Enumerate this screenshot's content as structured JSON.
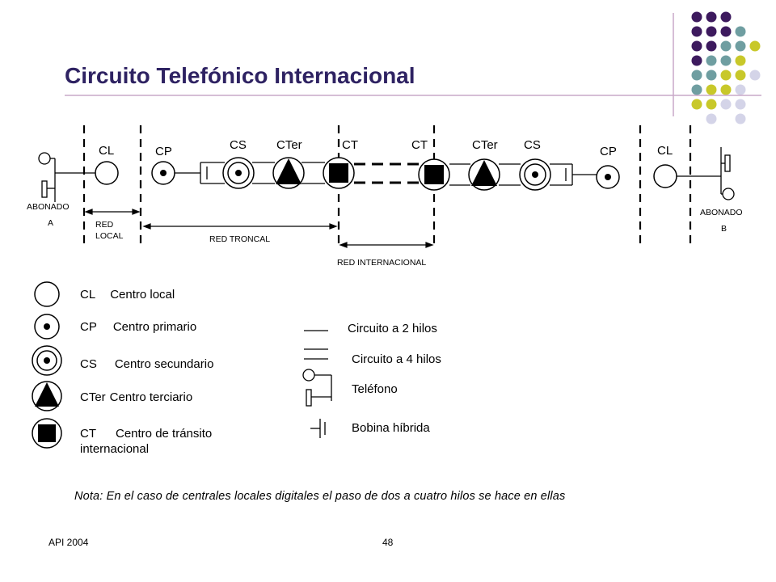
{
  "title": "Circuito Telefónico Internacional",
  "diagram": {
    "node_labels": {
      "cl_left": "CL",
      "cp_left": "CP",
      "cs_left": "CS",
      "cter_left": "CTer",
      "ct_left": "CT",
      "ct_right": "CT",
      "cter_right": "CTer",
      "cs_right": "CS",
      "cp_right": "CP",
      "cl_right": "CL"
    },
    "subscriber_a": {
      "line1": "ABONADO",
      "line2": "A"
    },
    "subscriber_b": {
      "line1": "ABONADO",
      "line2": "B"
    },
    "spans": {
      "local_line1": "RED",
      "local_line2": "LOCAL",
      "trunk": "RED TRONCAL",
      "international": "RED INTERNACIONAL"
    }
  },
  "legend": {
    "cl": {
      "abbr": "CL",
      "desc": "Centro local"
    },
    "cp": {
      "abbr": "CP",
      "desc": "Centro primario"
    },
    "cs": {
      "abbr": "CS",
      "desc": "Centro secundario"
    },
    "cter": {
      "abbr": "CTer",
      "desc": "Centro  terciario"
    },
    "ct": {
      "abbr": "CT",
      "desc": "Centro de tránsito",
      "desc2": "internacional"
    },
    "two_wire": "Circuito a 2 hilos",
    "four_wire": "Circuito a 4 hilos",
    "telephone": "Teléfono",
    "hybrid": "Bobina híbrida"
  },
  "note": "Nota: En el caso de centrales locales digitales el paso de dos a cuatro hilos se hace en ellas",
  "footer": {
    "left": "API 2004",
    "right": "48"
  },
  "decor_colors": {
    "purple": "#3d1a5e",
    "teal": "#6f9ea1",
    "yellow": "#c8c82a",
    "lavender": "#d4d4e8"
  }
}
